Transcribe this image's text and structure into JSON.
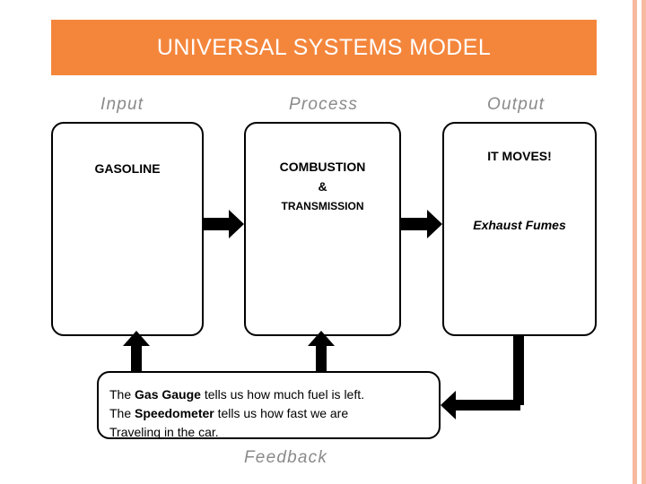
{
  "slide": {
    "title": "UNIVERSAL SYSTEMS MODEL",
    "title_bg": "#F4863C",
    "title_color": "#FFFFFF"
  },
  "columns": {
    "input_label": "Input",
    "process_label": "Process",
    "output_label": "Output",
    "feedback_label": "Feedback",
    "label_color": "#8A8A8A"
  },
  "boxes": {
    "input": {
      "text": "GASOLINE"
    },
    "process": {
      "line1": "COMBUSTION",
      "line2": "&",
      "line3": "TRANSMISSION"
    },
    "output": {
      "line1": "IT MOVES!",
      "line2": "Exhaust Fumes"
    },
    "feedback": {
      "line1_pre": "The ",
      "line1_bold": "Gas Gauge",
      "line1_post": " tells us how much fuel is left.",
      "line2_pre": "The ",
      "line2_bold": "Speedometer",
      "line2_post": " tells us how fast we are",
      "line3": "Traveling in the car."
    }
  },
  "decor": {
    "stripe_color": "#F7B9A0"
  }
}
